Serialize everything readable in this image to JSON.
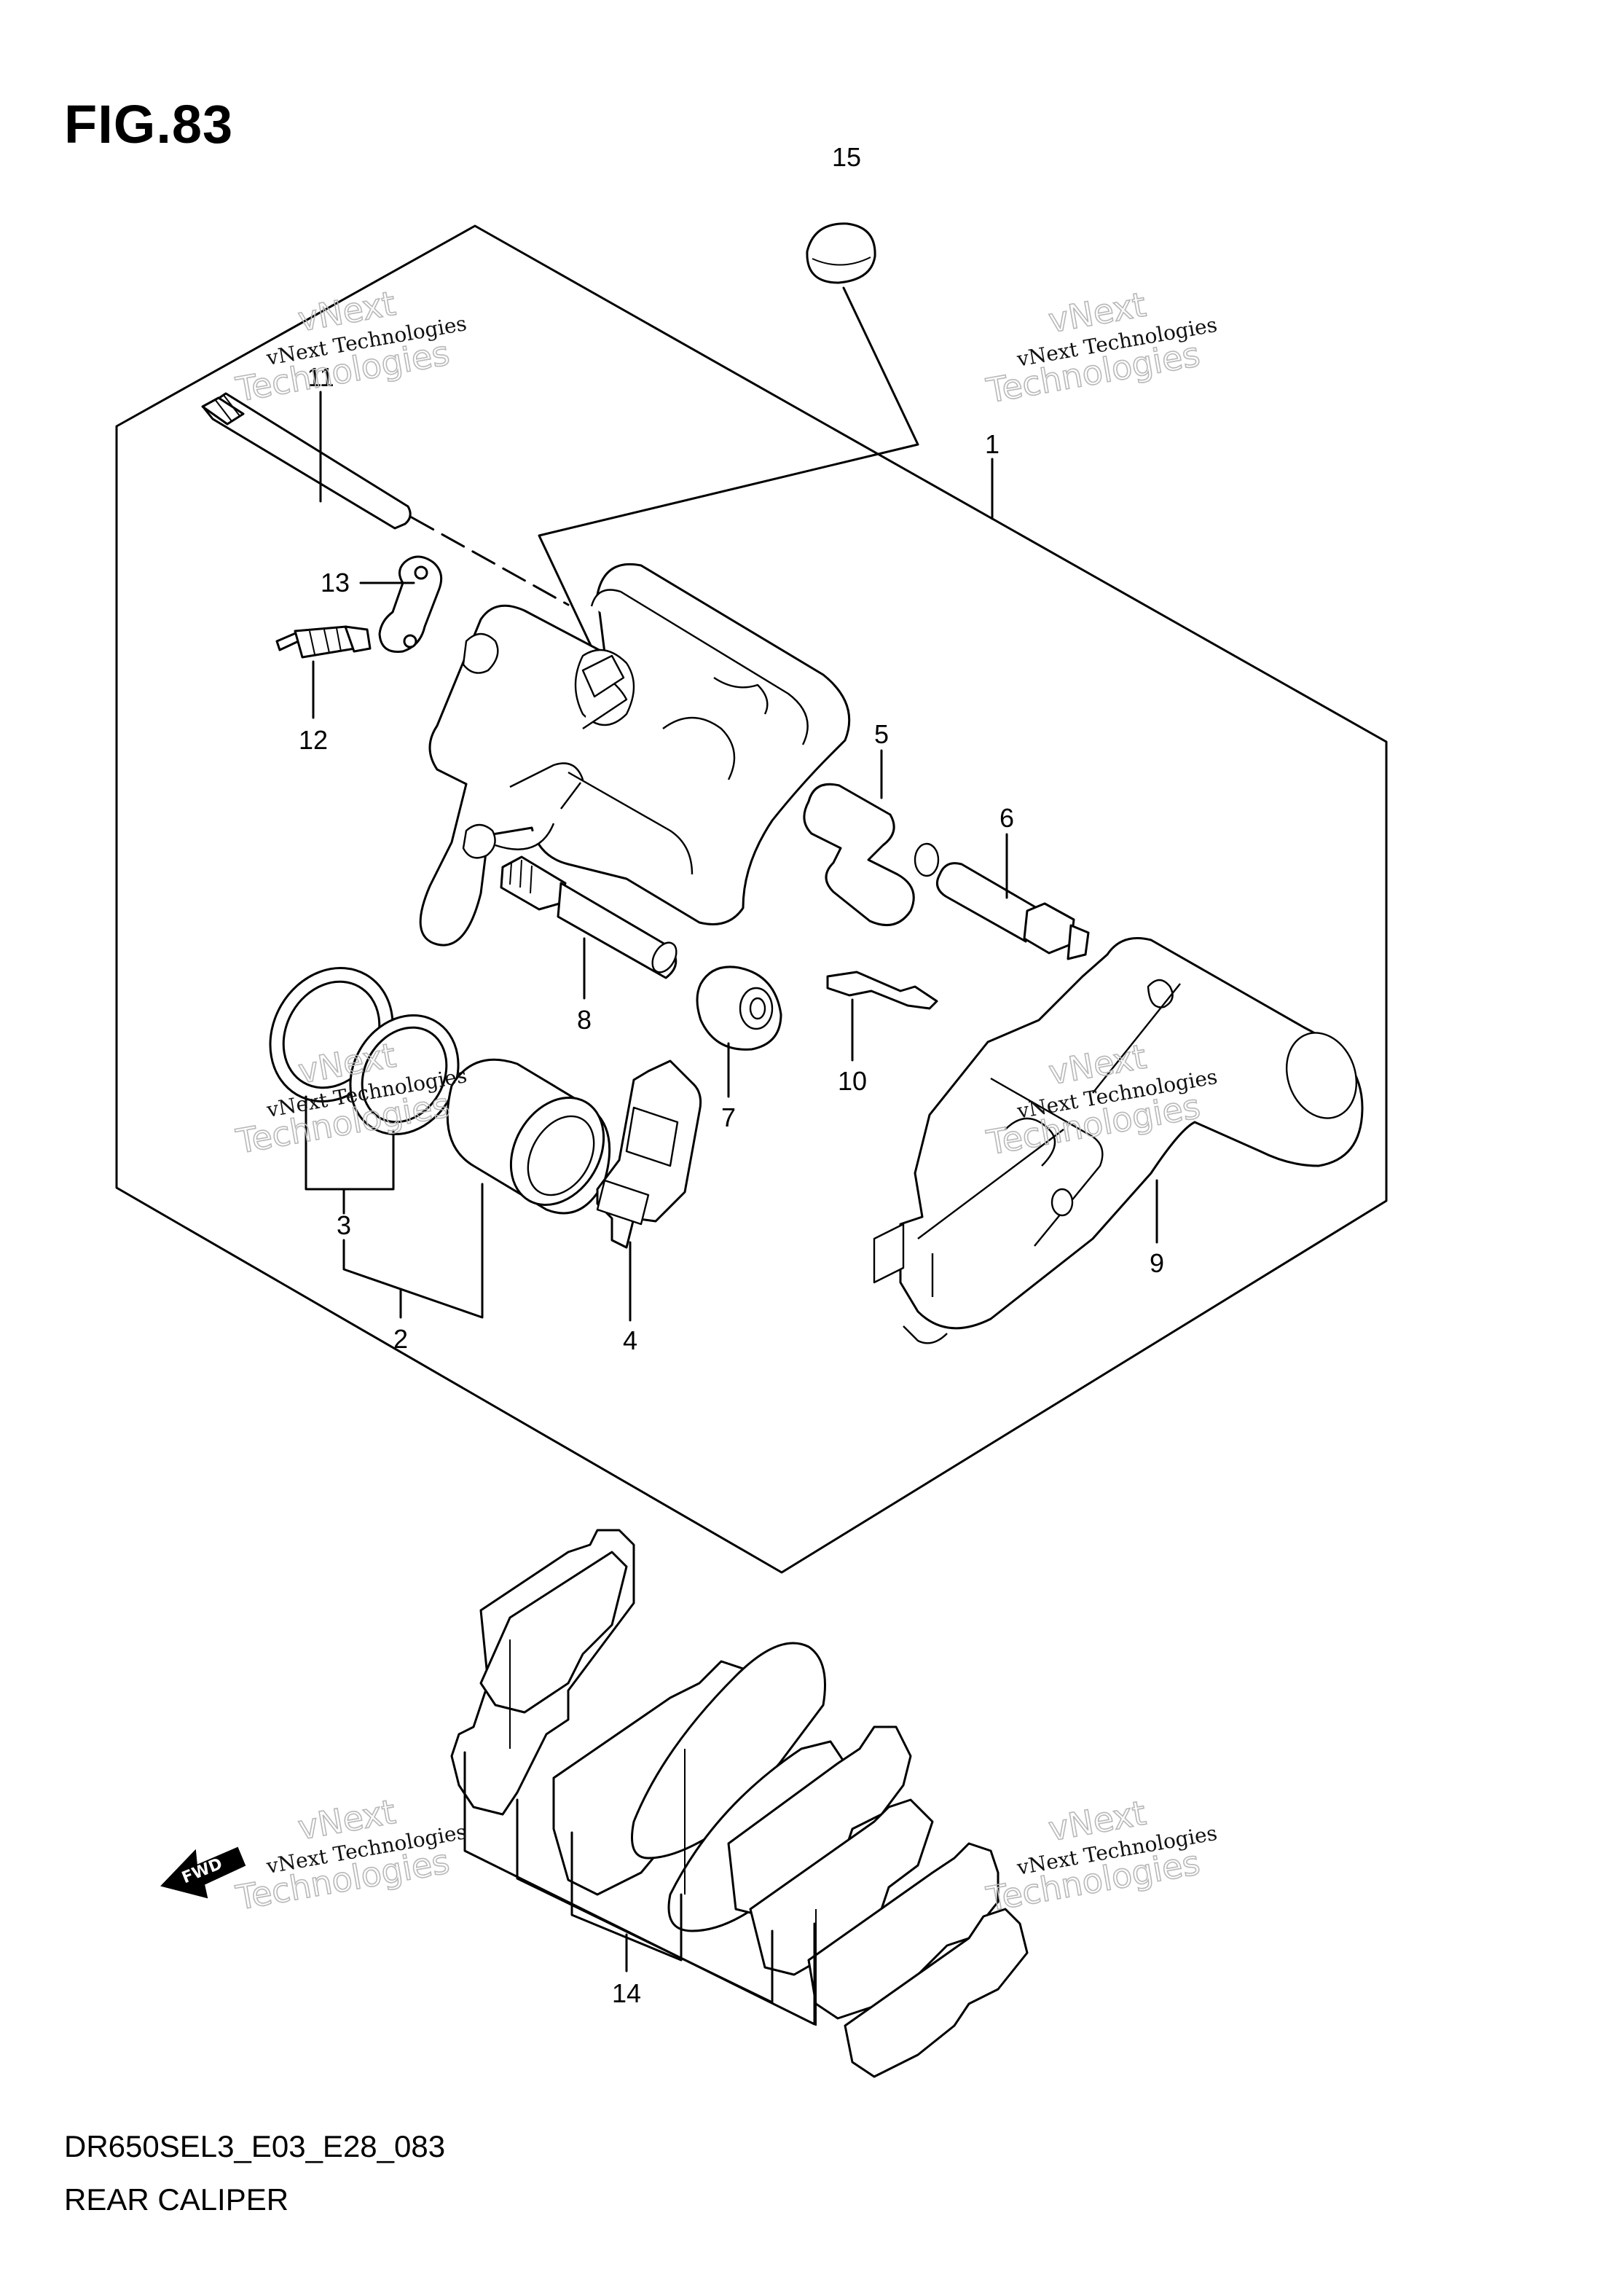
{
  "figure": {
    "title": "FIG.83",
    "code": "DR650SEL3_E03_E28_083",
    "name": "REAR CALIPER"
  },
  "callouts": [
    "1",
    "2",
    "3",
    "4",
    "5",
    "6",
    "7",
    "8",
    "9",
    "10",
    "11",
    "12",
    "13",
    "14",
    "15"
  ],
  "watermark": {
    "line1": "vNext Technologies",
    "line2": "vNext",
    "line3": "Technologies"
  },
  "fwd_label": "FWD"
}
